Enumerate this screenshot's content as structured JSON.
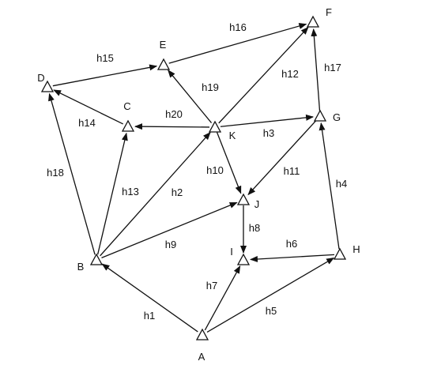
{
  "nodes": [
    {
      "id": "A",
      "label": "A"
    },
    {
      "id": "B",
      "label": "B"
    },
    {
      "id": "C",
      "label": "C"
    },
    {
      "id": "D",
      "label": "D"
    },
    {
      "id": "E",
      "label": "E"
    },
    {
      "id": "F",
      "label": "F"
    },
    {
      "id": "G",
      "label": "G"
    },
    {
      "id": "H",
      "label": "H"
    },
    {
      "id": "I",
      "label": "I"
    },
    {
      "id": "J",
      "label": "J"
    },
    {
      "id": "K",
      "label": "K"
    }
  ],
  "edges": [
    {
      "id": "h1",
      "label": "h1",
      "from": "A",
      "to": "B"
    },
    {
      "id": "h2",
      "label": "h2",
      "from": "B",
      "to": "K"
    },
    {
      "id": "h3",
      "label": "h3",
      "from": "K",
      "to": "G"
    },
    {
      "id": "h4",
      "label": "h4",
      "from": "H",
      "to": "G"
    },
    {
      "id": "h5",
      "label": "h5",
      "from": "A",
      "to": "H"
    },
    {
      "id": "h6",
      "label": "h6",
      "from": "H",
      "to": "I"
    },
    {
      "id": "h7",
      "label": "h7",
      "from": "A",
      "to": "I"
    },
    {
      "id": "h8",
      "label": "h8",
      "from": "J",
      "to": "I"
    },
    {
      "id": "h9",
      "label": "h9",
      "from": "B",
      "to": "J"
    },
    {
      "id": "h10",
      "label": "h10",
      "from": "K",
      "to": "J"
    },
    {
      "id": "h11",
      "label": "h11",
      "from": "G",
      "to": "J"
    },
    {
      "id": "h12",
      "label": "h12",
      "from": "K",
      "to": "F"
    },
    {
      "id": "h13",
      "label": "h13",
      "from": "B",
      "to": "C"
    },
    {
      "id": "h14",
      "label": "h14",
      "from": "C",
      "to": "D"
    },
    {
      "id": "h15",
      "label": "h15",
      "from": "D",
      "to": "E"
    },
    {
      "id": "h16",
      "label": "h16",
      "from": "E",
      "to": "F"
    },
    {
      "id": "h17",
      "label": "h17",
      "from": "G",
      "to": "F"
    },
    {
      "id": "h18",
      "label": "h18",
      "from": "B",
      "to": "D"
    },
    {
      "id": "h19",
      "label": "h19",
      "from": "K",
      "to": "E"
    },
    {
      "id": "h20",
      "label": "h20",
      "from": "K",
      "to": "C"
    }
  ],
  "colors": {
    "line": "#111111",
    "background": "#ffffff"
  }
}
